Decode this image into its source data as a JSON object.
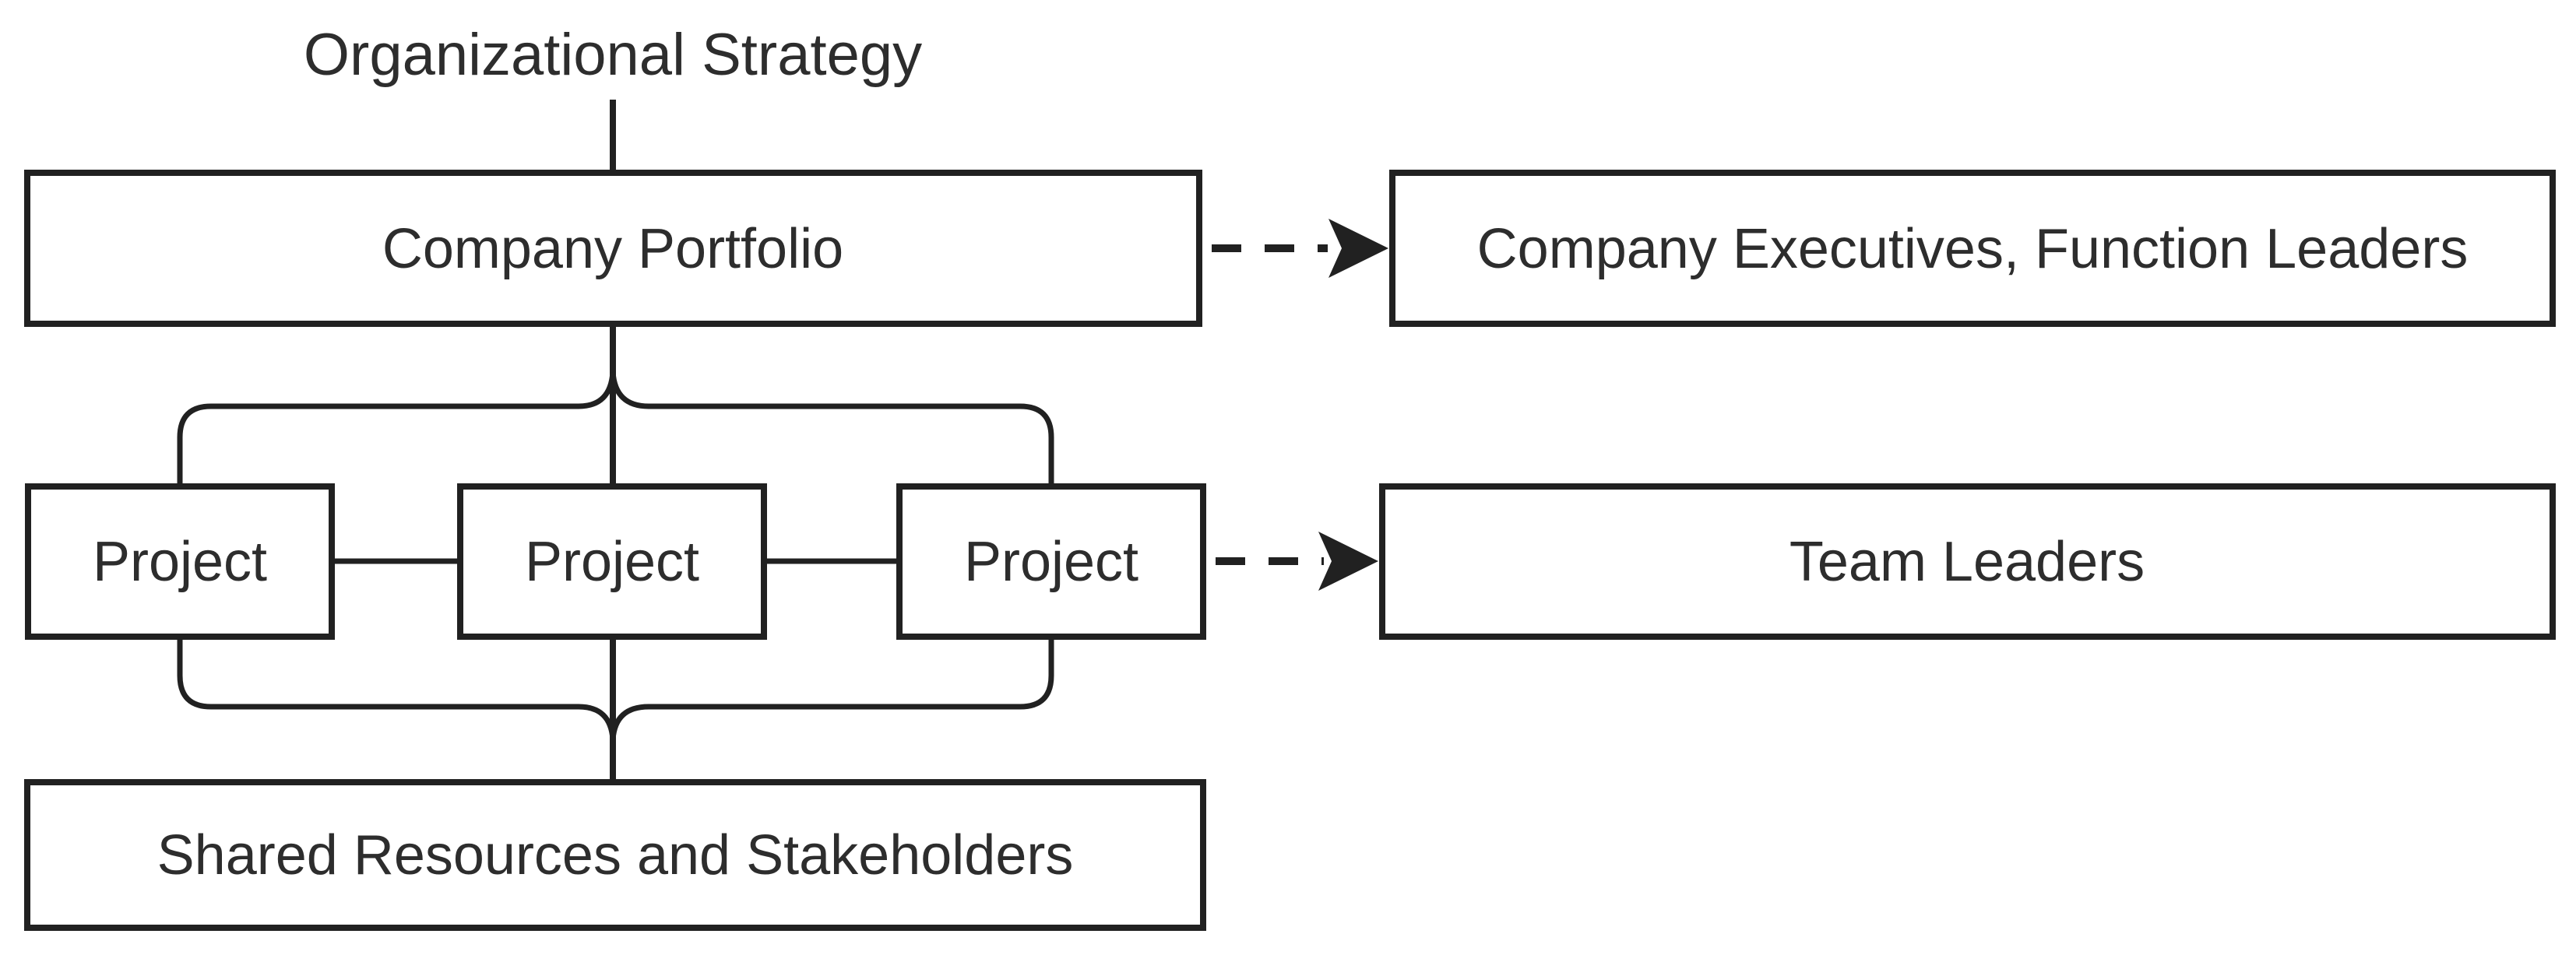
{
  "diagram": {
    "title": "Organizational Strategy",
    "nodes": {
      "portfolio": {
        "label": "Company Portfolio"
      },
      "executives": {
        "label": "Company Executives, Function Leaders"
      },
      "project1": {
        "label": "Project"
      },
      "project2": {
        "label": "Project"
      },
      "project3": {
        "label": "Project"
      },
      "team_leaders": {
        "label": "Team Leaders"
      },
      "shared_resources": {
        "label": "Shared Resources and Stakeholders"
      }
    },
    "colors": {
      "stroke": "#212121",
      "text": "#2d2d2d",
      "background": "#ffffff"
    }
  }
}
